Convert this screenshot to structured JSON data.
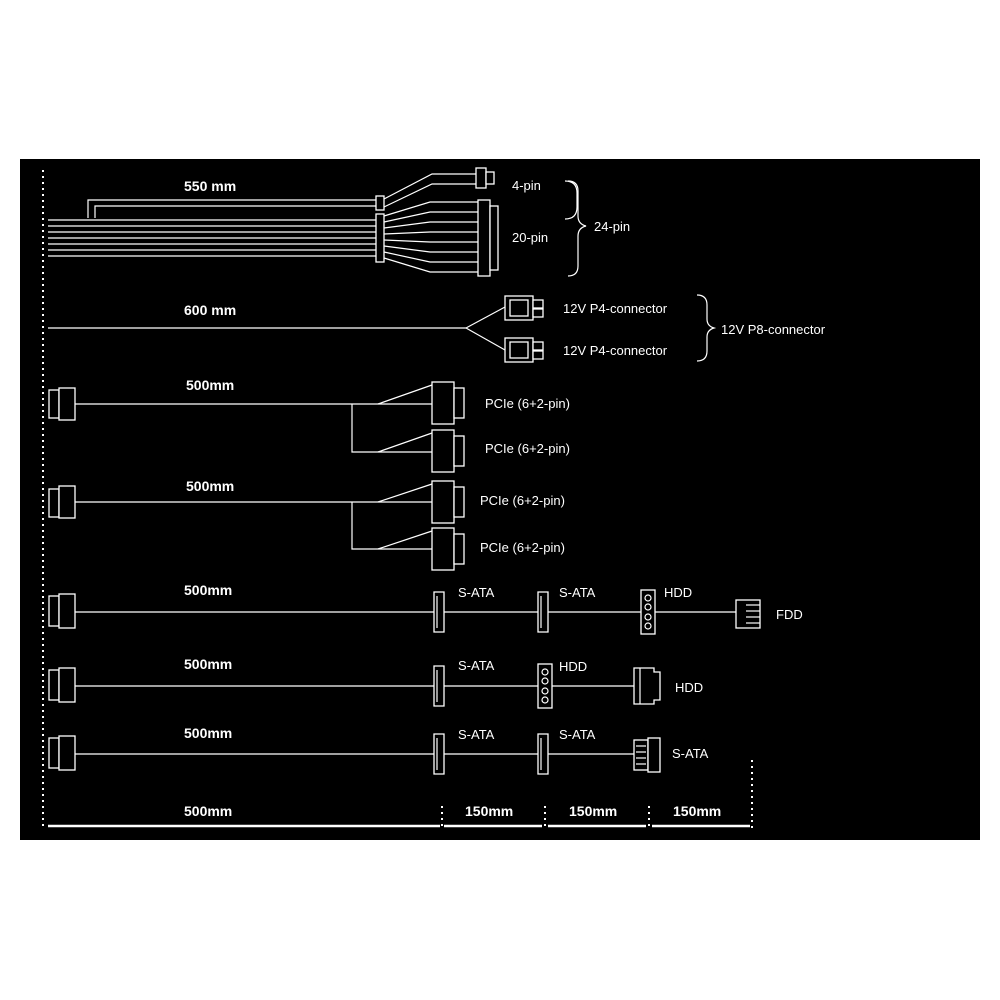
{
  "colors": {
    "background": "#000000",
    "line": "#ffffff",
    "page": "#ffffff"
  },
  "cables": {
    "atx": {
      "length": "550 mm",
      "pin4": "4-pin",
      "pin20": "20-pin",
      "group": "24-pin"
    },
    "cpu": {
      "length": "600 mm",
      "p4_top": "12V P4-connector",
      "p4_bottom": "12V P4-connector",
      "group": "12V P8-connector"
    },
    "pcie1": {
      "length": "500mm",
      "conn1": "PCIe (6+2-pin)",
      "conn2": "PCIe (6+2-pin)"
    },
    "pcie2": {
      "length": "500mm",
      "conn1": "PCIe (6+2-pin)",
      "conn2": "PCIe (6+2-pin)"
    },
    "periph1": {
      "length": "500mm",
      "c1": "S-ATA",
      "c2": "S-ATA",
      "c3": "HDD",
      "c4": "FDD"
    },
    "periph2": {
      "length": "500mm",
      "c1": "S-ATA",
      "c2": "HDD",
      "c3": "HDD"
    },
    "sata": {
      "length": "500mm",
      "c1": "S-ATA",
      "c2": "S-ATA",
      "c3": "S-ATA"
    }
  },
  "scale": {
    "seg1": "500mm",
    "seg2": "150mm",
    "seg3": "150mm",
    "seg4": "150mm"
  }
}
